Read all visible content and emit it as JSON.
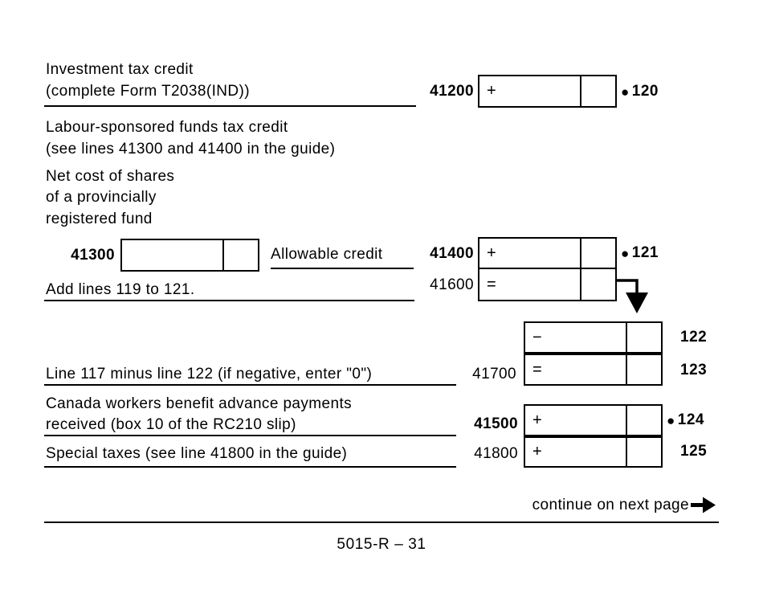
{
  "meta": {
    "ink_color": "#000000",
    "paper_color": "#ffffff"
  },
  "labels": {
    "investment_1": "Investment tax credit",
    "investment_2": "(complete Form T2038(IND))",
    "labour_1": "Labour-sponsored funds tax credit",
    "labour_2": "(see lines 41300 and 41400 in the guide)",
    "net_cost_1": "Net cost of shares",
    "net_cost_2": "of a provincially",
    "net_cost_3": "registered fund",
    "allowable_credit": "Allowable credit",
    "add_lines": "Add lines 119 to 121.",
    "line117_minus": "Line 117 minus line 122 (if negative, enter \"0\")",
    "cwb_1": "Canada workers benefit advance payments",
    "cwb_2": "received (box 10 of the RC210 slip)",
    "special_taxes": "Special taxes (see line 41800 in the guide)",
    "continue_text": "continue on next page",
    "footer_text": "5015-R – 31"
  },
  "fields": {
    "f41200": {
      "code": "41200",
      "symbol": "+",
      "line": "120",
      "value": ""
    },
    "f41300": {
      "code": "41300",
      "symbol": "",
      "value": ""
    },
    "f41400": {
      "code": "41400",
      "symbol": "+",
      "line": "121",
      "value": ""
    },
    "f41600": {
      "code": "41600",
      "symbol": "=",
      "value": ""
    },
    "f122": {
      "symbol": "−",
      "line": "122",
      "value": ""
    },
    "f41700": {
      "code": "41700",
      "symbol": "=",
      "line": "123",
      "value": ""
    },
    "f41500": {
      "code": "41500",
      "symbol": "+",
      "line": "124",
      "value": ""
    },
    "f41800": {
      "code": "41800",
      "symbol": "+",
      "line": "125",
      "value": ""
    }
  },
  "icons": {
    "bullet": "●",
    "flow_arrow": "down-arrow",
    "continue_arrow": "right-arrow"
  }
}
